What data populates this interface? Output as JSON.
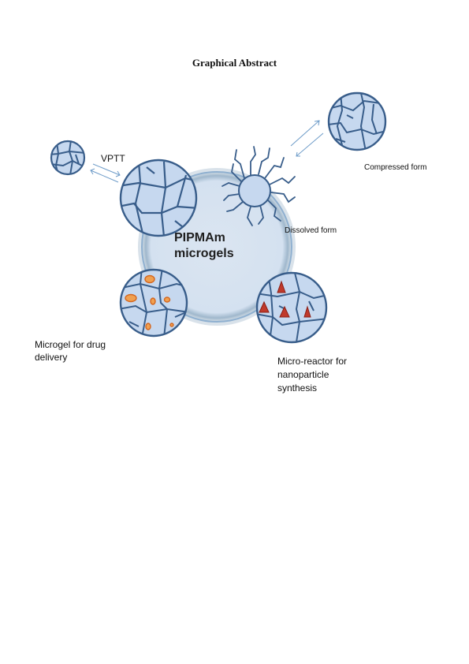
{
  "title": "Graphical Abstract",
  "labels": {
    "center_line1": "PIPMAm",
    "center_line2": "microgels",
    "vptt": "VPTT",
    "compressed": "Compressed form",
    "dissolved": "Dissolved form",
    "drug_delivery": "Microgel for drug delivery",
    "micro_reactor": "Micro-reactor for nanoparticle synthesis"
  },
  "colors": {
    "outline": "#385d8a",
    "fill_light": "#dbe5f1",
    "fill_mid": "#c6d8ef",
    "drug": "#f0a050",
    "drug_stroke": "#d4661e",
    "particle": "#c0392b",
    "arrow": "#6d9bc8"
  }
}
